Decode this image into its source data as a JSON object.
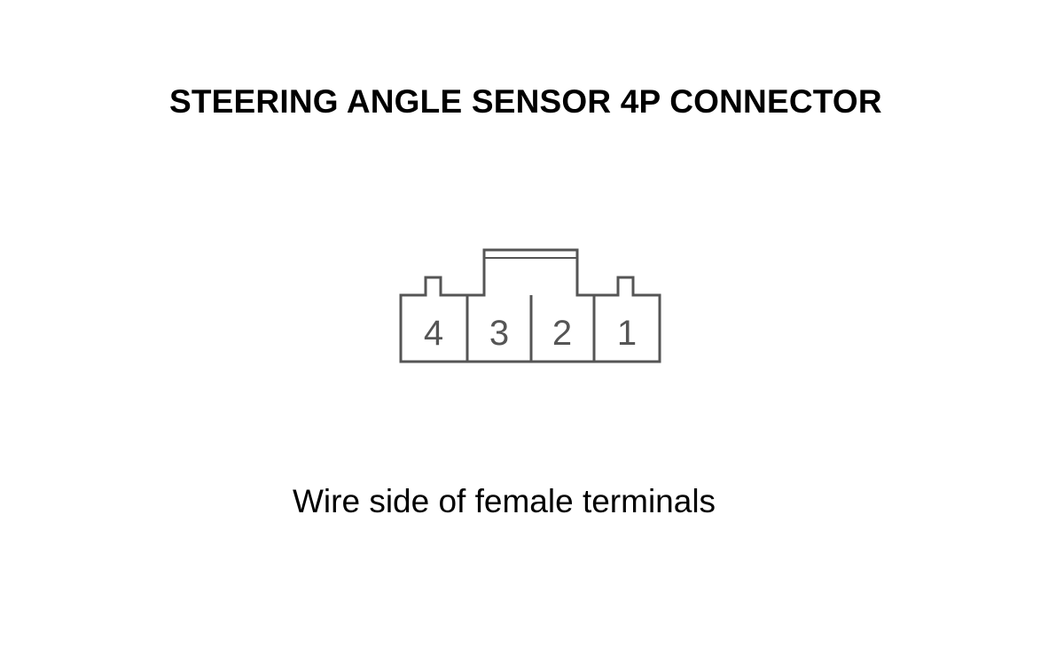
{
  "title": "STEERING ANGLE SENSOR 4P CONNECTOR",
  "caption": "Wire side of female terminals",
  "connector": {
    "pins": [
      "4",
      "3",
      "2",
      "1"
    ],
    "stroke_color": "#555555"
  }
}
